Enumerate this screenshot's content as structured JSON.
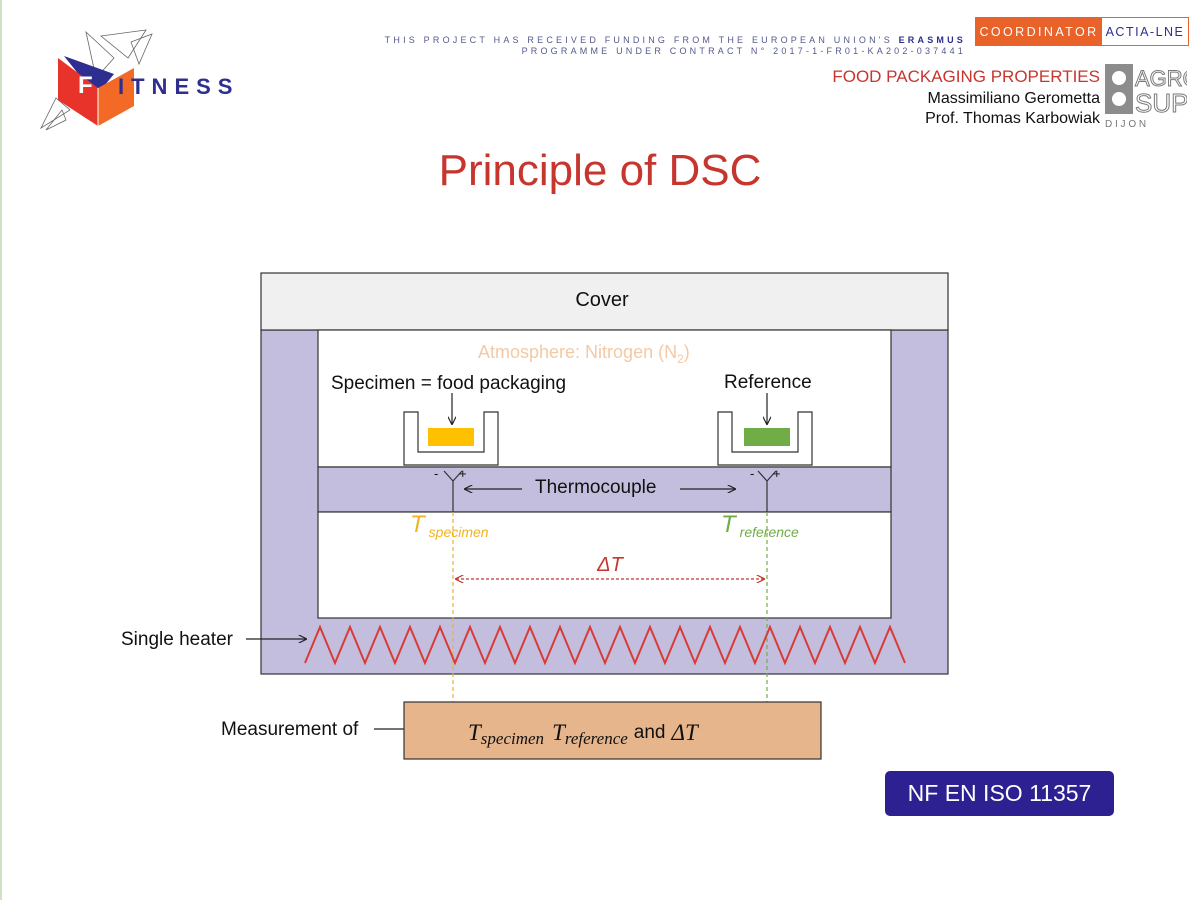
{
  "header": {
    "logo": {
      "letter": "F",
      "rest": "ITNESS"
    },
    "funding_line1_prefix": "THIS PROJECT HAS RECEIVED FUNDING FROM THE EUROPEAN UNION'S ",
    "funding_line1_brand": "ERASMUS",
    "funding_line2": "PROGRAMME UNDER CONTRACT N° 2017-1-FR01-KA202-037441",
    "coordinator_label": "COORDINATOR",
    "coordinator_name": "ACTIA-LNE",
    "course_title": "FOOD PACKAGING PROPERTIES",
    "authors": [
      "Massimiliano Gerometta",
      "Prof. Thomas Karbowiak"
    ],
    "institution_logo": {
      "line1": "AGRO",
      "line2": "SUP",
      "line3": "D I J O N"
    }
  },
  "page_title": "Principle of DSC",
  "diagram": {
    "cover_label": "Cover",
    "atmosphere_label": "Atmosphere: Nitrogen (N",
    "atmosphere_sub": "2",
    "atmosphere_close": ")",
    "specimen_label": "Specimen = food packaging",
    "reference_label": "Reference",
    "thermocouple_label": "Thermocouple",
    "t_specimen": {
      "main": "T",
      "sub": "specimen"
    },
    "t_reference": {
      "main": "T",
      "sub": "reference"
    },
    "delta_t": "ΔT",
    "heater_label": "Single heater",
    "measurement_label": "Measurement of",
    "measurement_and": "and",
    "minus_sign": "-",
    "plus_sign": "+",
    "colors": {
      "frame_purple": "#c4bede",
      "cover_grey": "#f0f0f0",
      "specimen_yellow": "#ffc000",
      "reference_green": "#70ad47",
      "heater_red": "#d93b36",
      "measure_box": "#e6b58c",
      "atmosphere_text": "#f4c9a3"
    }
  },
  "standard_badge": "NF EN ISO 11357"
}
